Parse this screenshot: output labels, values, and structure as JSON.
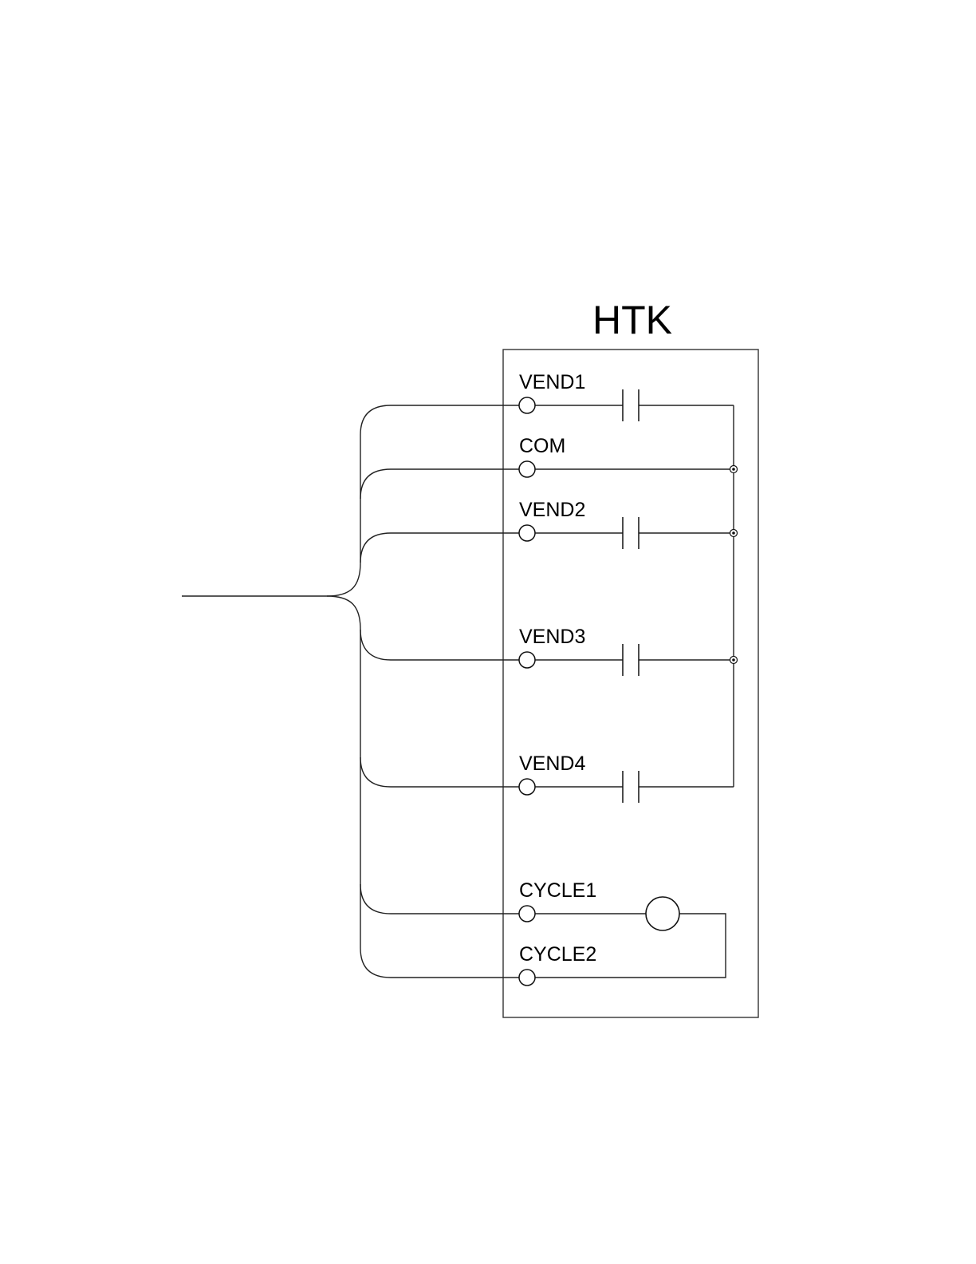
{
  "diagram": {
    "title": "HTK",
    "terminals": [
      {
        "id": "vend1",
        "label": "VEND1"
      },
      {
        "id": "com",
        "label": "COM"
      },
      {
        "id": "vend2",
        "label": "VEND2"
      },
      {
        "id": "vend3",
        "label": "VEND3"
      },
      {
        "id": "vend4",
        "label": "VEND4"
      },
      {
        "id": "cycle1",
        "label": "CYCLE1"
      },
      {
        "id": "cycle2",
        "label": "CYCLE2"
      }
    ]
  }
}
